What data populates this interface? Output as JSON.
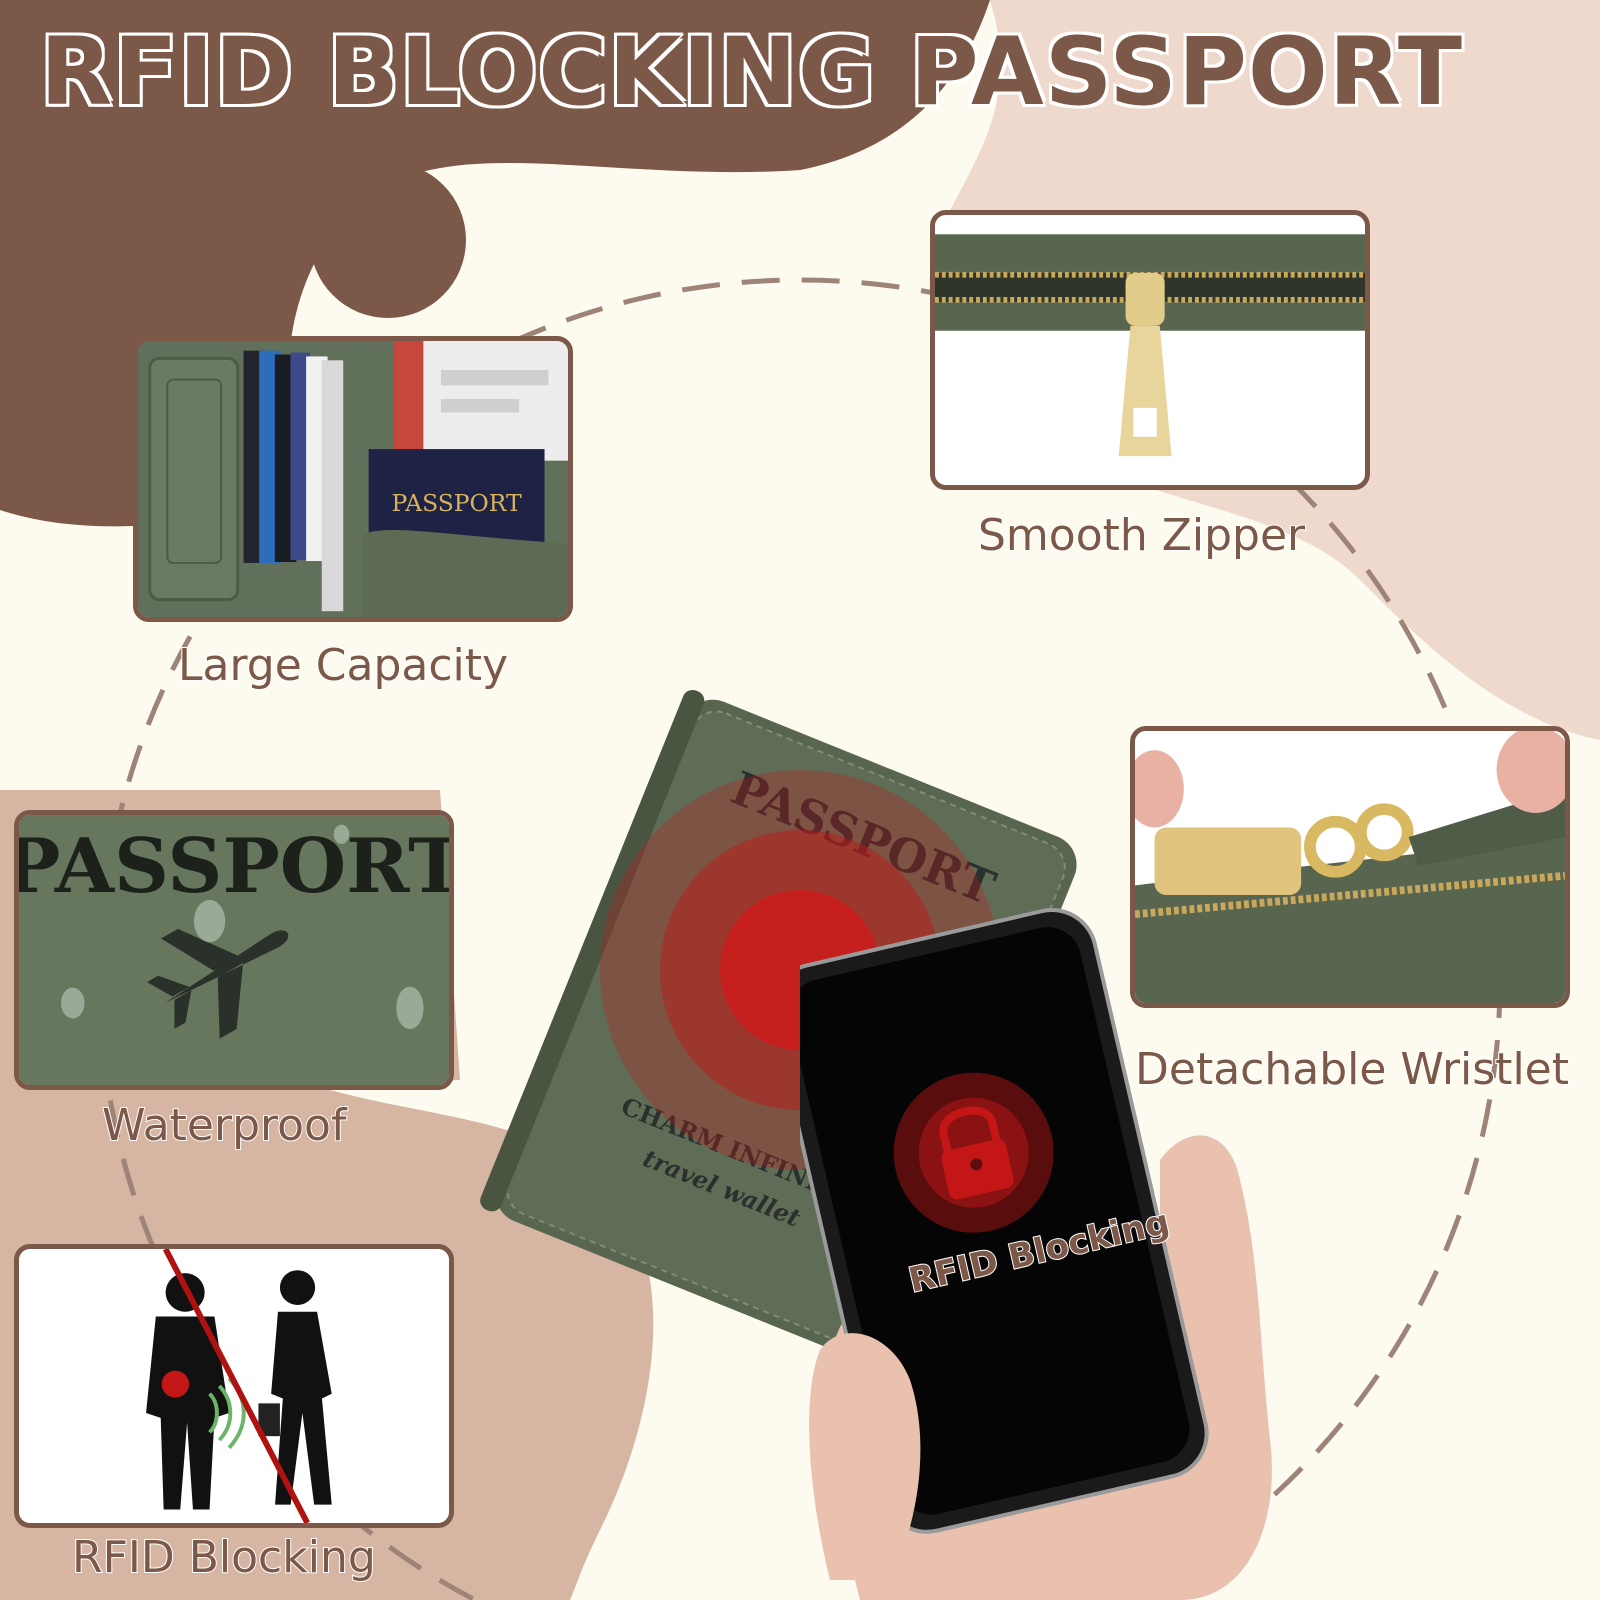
{
  "title": "RFID BLOCKING PASSPORT",
  "features": [
    {
      "label": "Large Capacity"
    },
    {
      "label": "Smooth Zipper"
    },
    {
      "label": "Waterproof"
    },
    {
      "label": "Detachable Wristlet"
    },
    {
      "label": "RFID Blocking"
    }
  ],
  "wallet": {
    "cover_word": "PASSPORT",
    "brand_line": "CHARM INFINITE",
    "sub_line": "travel wallet"
  },
  "passport_booklet_word": "PASSPORT",
  "waterproof_cover_word": "PASSPORT",
  "phone_label": "RFID Blocking",
  "colors": {
    "brown": "#7b5848",
    "tan": "#d6b5a2",
    "blush": "#efd9cd",
    "cream": "#fdfaf0",
    "leather_green": "#5d6b54",
    "signal_red": "#c41616"
  },
  "icons": [
    "airplane-icon",
    "lock-icon",
    "rfid-signal-icon"
  ]
}
